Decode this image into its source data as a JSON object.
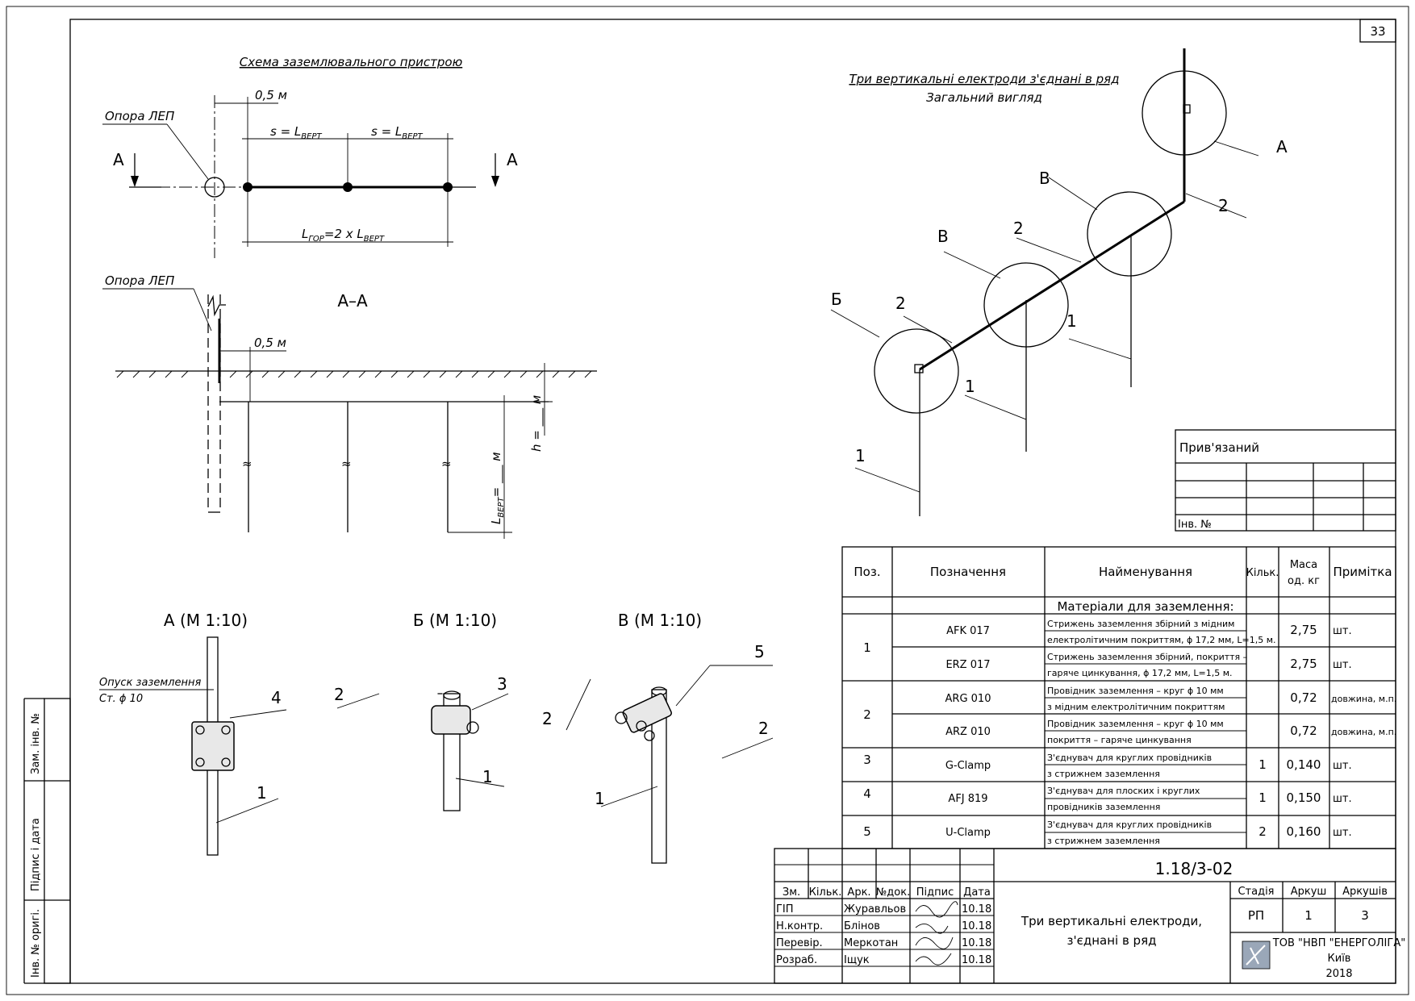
{
  "sheet_number": "33",
  "scheme": {
    "title": "Схема заземлювального пристрою",
    "opora1": "Опора ЛЕП",
    "dim_05": "0,5 м",
    "s1": "s = L",
    "s1_sub": "ВЕРТ",
    "s2": "s = L",
    "s2_sub": "ВЕРТ",
    "l_total": "L",
    "l_total_sub": "ГОР",
    "l_total_rest": "=2 x L",
    "l_total_sub2": "ВЕРТ",
    "cut_left": "А",
    "cut_right": "А"
  },
  "section": {
    "title": "А–А",
    "opora": "Опора ЛЕП",
    "dim_05": "0,5 м",
    "l_vert": "L",
    "l_vert_sub": "ВЕРТ",
    "l_vert_rest": "= ___ м",
    "h": "h = ___ м"
  },
  "view": {
    "title_line1": "Три вертикальні електроди з'єднані в ряд",
    "title_line2": "Загальний вигляд",
    "label_A": "А",
    "label_B1": "В",
    "label_B2": "В",
    "label_Bb": "Б",
    "label_2a": "2",
    "label_2b": "2",
    "label_2c": "2",
    "label_1a": "1",
    "label_1b": "1",
    "label_1c": "1"
  },
  "details": {
    "a_title": "А (М 1:10)",
    "b_title": "Б (М 1:10)",
    "v_title": "В (М 1:10)",
    "a_note1": "Опуск заземлення",
    "a_note2": "Ст. ϕ 10",
    "a_label4": "4",
    "a_label1": "1",
    "b_label2": "2",
    "b_label3": "3",
    "b_label1": "1",
    "v_label5": "5",
    "v_label2a": "2",
    "v_label2b": "2",
    "v_label1": "1"
  },
  "binding_table": {
    "title": "Прив'язаний",
    "inv": "Інв. №"
  },
  "spec": {
    "headers": [
      "Поз.",
      "Позначення",
      "Найменування",
      "Кільк.",
      "Маса од. кг",
      "Примітка"
    ],
    "mass_line1": "Маса",
    "mass_line2": "од. кг",
    "group_title": "Матеріали для заземлення:",
    "rows": [
      {
        "pos": "1",
        "code": "AFK 017",
        "name1": "Стрижень заземлення збірний з мідним",
        "name2": "електролітичним покриттям, ϕ 17,2 мм, L=1,5 м.",
        "qty": "",
        "mass": "2,75",
        "note": "шт."
      },
      {
        "pos": "",
        "code": "ERZ 017",
        "name1": "Стрижень заземлення збірний, покриття –",
        "name2": "гаряче цинкування, ϕ 17,2 мм, L=1,5 м.",
        "qty": "",
        "mass": "2,75",
        "note": "шт."
      },
      {
        "pos": "2",
        "code": "ARG 010",
        "name1": "Провідник заземлення – круг ϕ 10 мм",
        "name2": "з мідним електролітичним покриттям",
        "qty": "",
        "mass": "0,72",
        "note": "довжина, м.п."
      },
      {
        "pos": "",
        "code": "ARZ 010",
        "name1": "Провідник заземлення – круг ϕ 10 мм",
        "name2": "покриття – гаряче цинкування",
        "qty": "",
        "mass": "0,72",
        "note": "довжина, м.п."
      },
      {
        "pos": "3",
        "code": "G-Clamp",
        "name1": "З'єднувач для круглих провідників",
        "name2": "з стрижнем заземлення",
        "qty": "1",
        "mass": "0,140",
        "note": "шт."
      },
      {
        "pos": "4",
        "code": "AFJ 819",
        "name1": "З'єднувач для плоских і круглих",
        "name2": "провідників заземлення",
        "qty": "1",
        "mass": "0,150",
        "note": "шт."
      },
      {
        "pos": "5",
        "code": "U-Clamp",
        "name1": "З'єднувач для круглих провідників",
        "name2": "з стрижнем заземлення",
        "qty": "2",
        "mass": "0,160",
        "note": "шт."
      }
    ]
  },
  "title_block": {
    "doc_code": "1.18/3-02",
    "col_headers": [
      "Зм.",
      "Кільк.",
      "Арк.",
      "№док.",
      "Підпис",
      "Дата"
    ],
    "people": [
      {
        "role": "ГІП",
        "name": "Журавльов",
        "date": "10.18"
      },
      {
        "role": "Н.контр.",
        "name": "Блінов",
        "date": "10.18"
      },
      {
        "role": "Перевір.",
        "name": "Меркотан",
        "date": "10.18"
      },
      {
        "role": "Розраб.",
        "name": "Іщук",
        "date": "10.18"
      }
    ],
    "doc_title_line1": "Три вертикальні електроди,",
    "doc_title_line2": "з'єднані в ряд",
    "stage_header": "Стадія",
    "sheet_header": "Аркуш",
    "sheets_header": "Аркушів",
    "stage": "РП",
    "sheet": "1",
    "sheets": "3",
    "company1": "ТОВ \"НВП \"ЕНЕРГОЛІГА\"",
    "company2": "Київ",
    "company3": "2018"
  },
  "side_stamp": {
    "zam": "Зам. інв. №",
    "pidpys": "Підпис і дата",
    "inv": "Інв. № оригі."
  }
}
